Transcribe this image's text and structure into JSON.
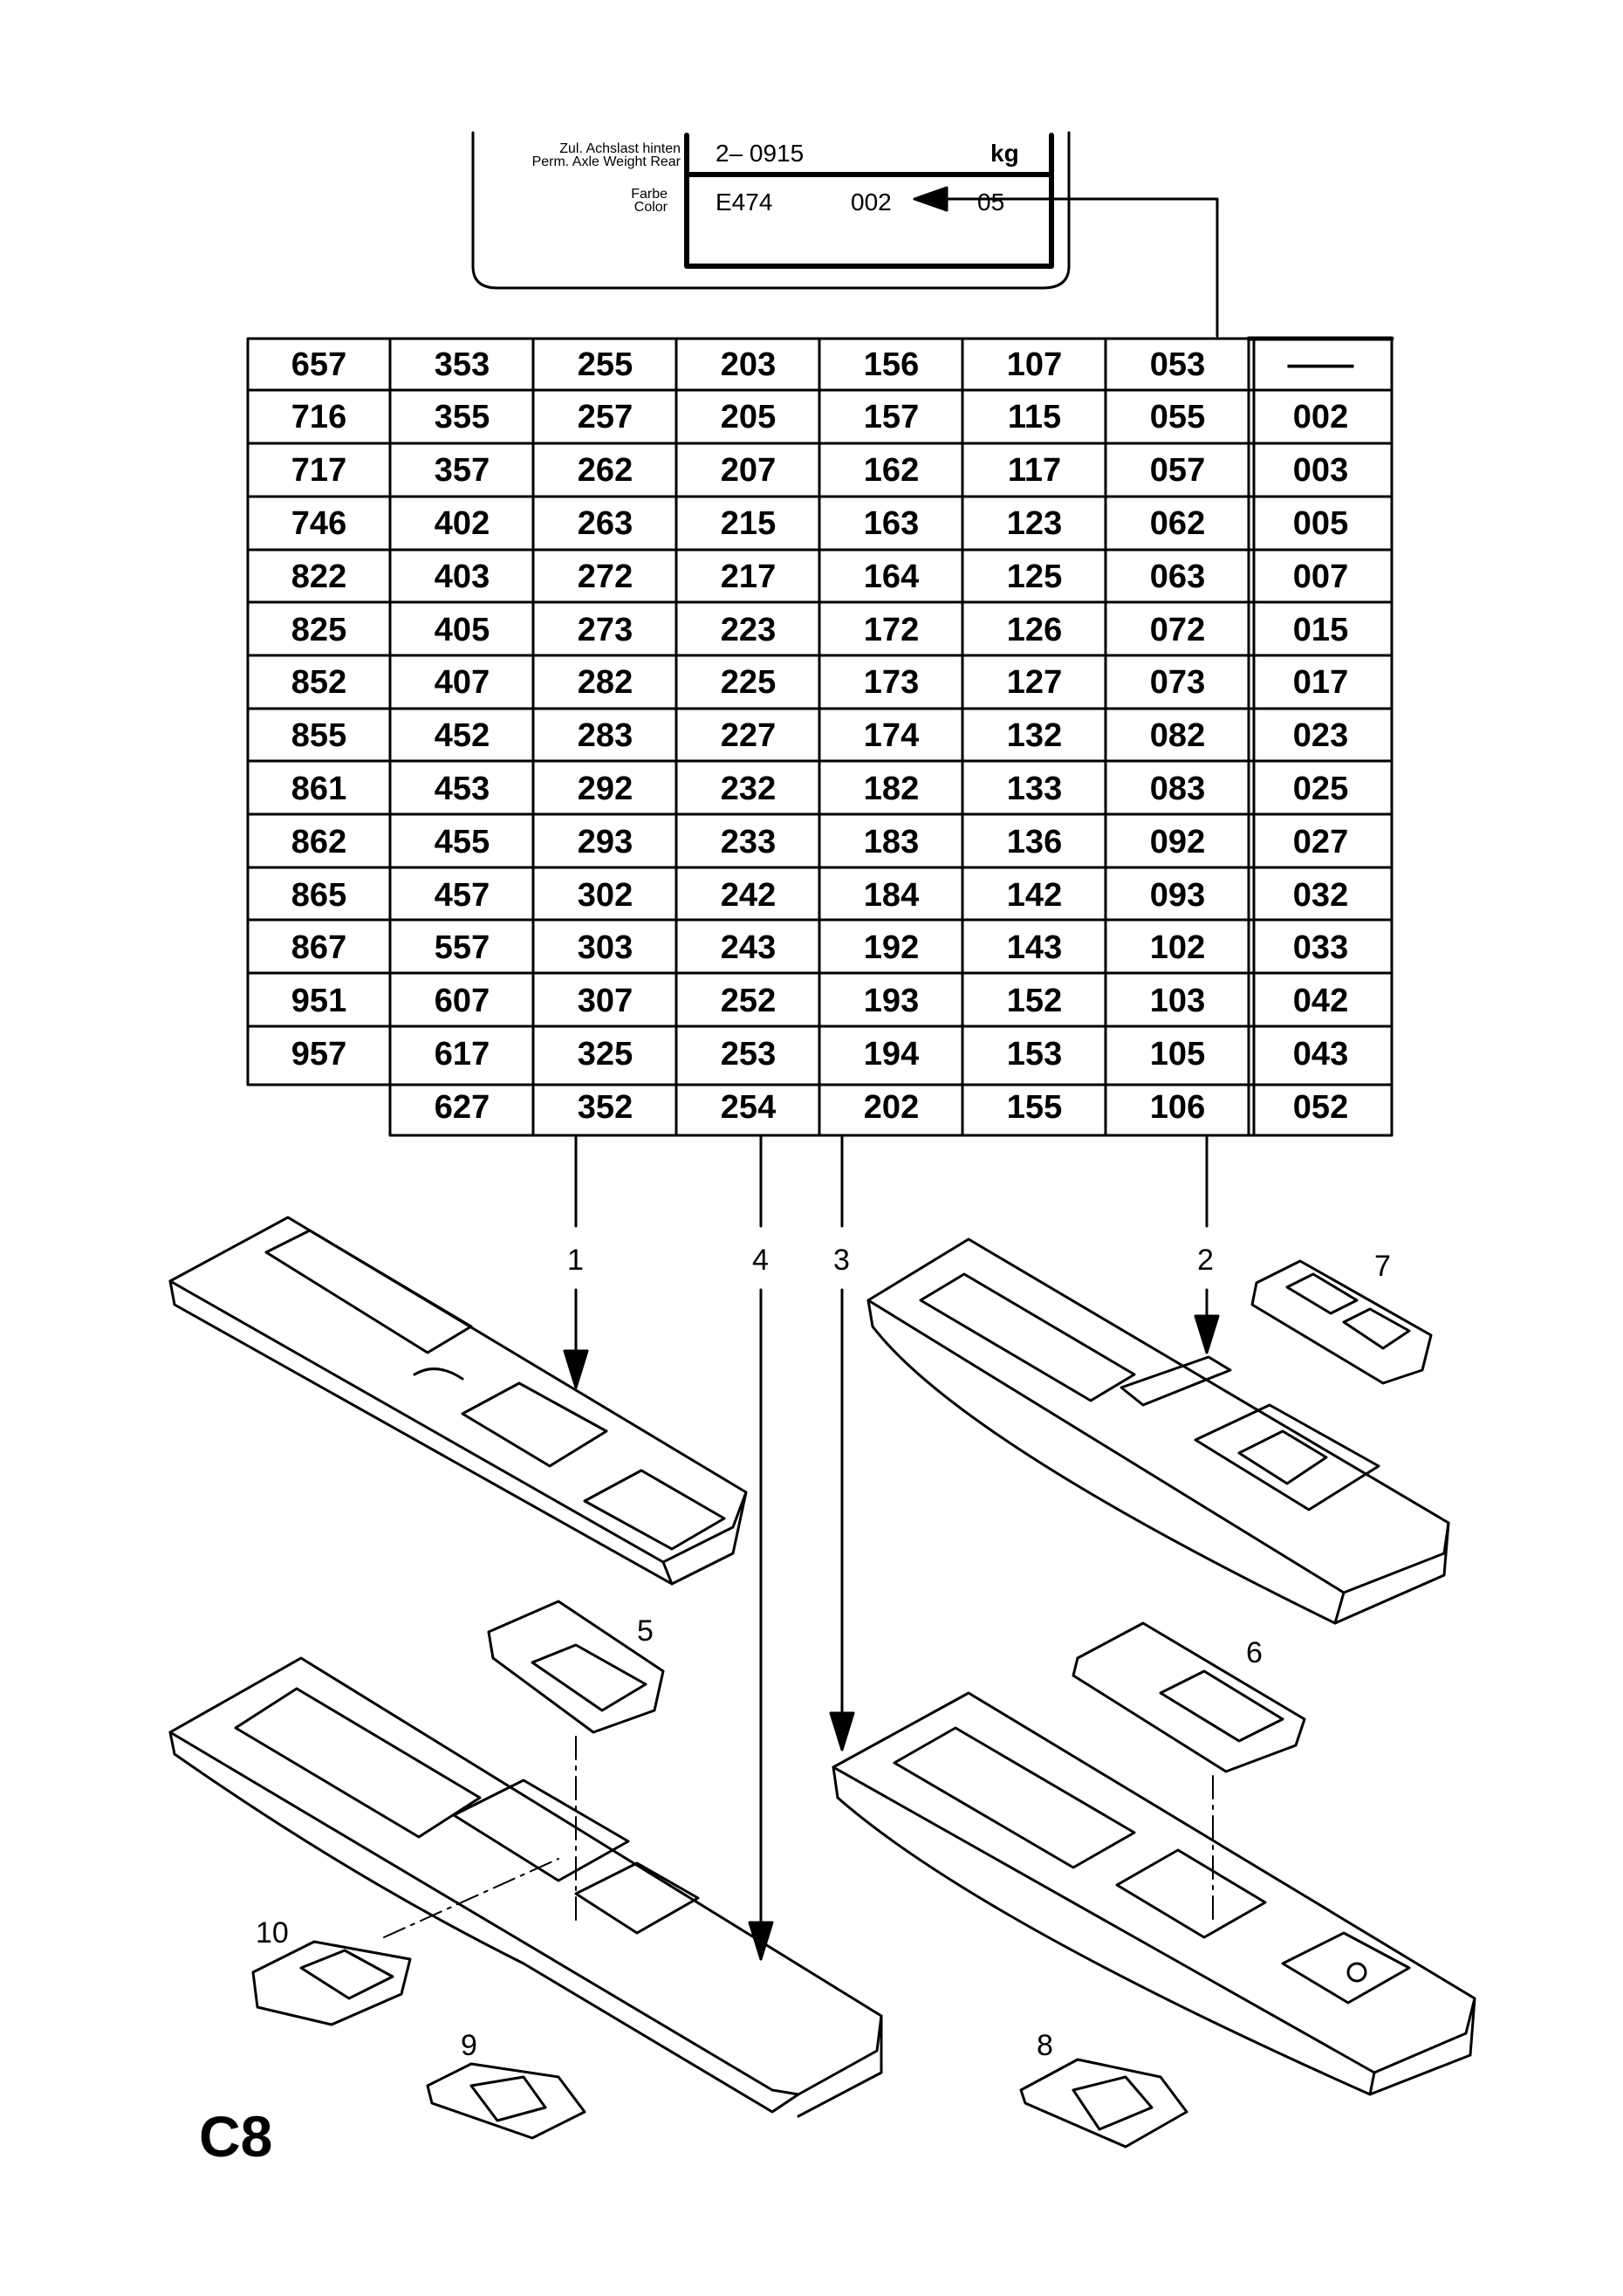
{
  "plate": {
    "axle_label_de": "Zul. Achslast hinten",
    "axle_label_en": "Perm. Axle Weight Rear",
    "axle_value": "2– 0915",
    "axle_unit": "kg",
    "color_label_de": "Farbe",
    "color_label_en": "Color",
    "color_code": "E474",
    "color_variant": "002",
    "color_suffix": "05"
  },
  "code_table": {
    "columns": [
      [
        "657",
        "716",
        "717",
        "746",
        "822",
        "825",
        "852",
        "855",
        "861",
        "862",
        "865",
        "867",
        "951",
        "957",
        ""
      ],
      [
        "353",
        "355",
        "357",
        "402",
        "403",
        "405",
        "407",
        "452",
        "453",
        "455",
        "457",
        "557",
        "607",
        "617",
        "627"
      ],
      [
        "255",
        "257",
        "262",
        "263",
        "272",
        "273",
        "282",
        "283",
        "292",
        "293",
        "302",
        "303",
        "307",
        "325",
        "352"
      ],
      [
        "203",
        "205",
        "207",
        "215",
        "217",
        "223",
        "225",
        "227",
        "232",
        "233",
        "242",
        "243",
        "252",
        "253",
        "254"
      ],
      [
        "156",
        "157",
        "162",
        "163",
        "164",
        "172",
        "173",
        "174",
        "182",
        "183",
        "184",
        "192",
        "193",
        "194",
        "202"
      ],
      [
        "107",
        "115",
        "117",
        "123",
        "125",
        "126",
        "127",
        "132",
        "133",
        "136",
        "142",
        "143",
        "152",
        "153",
        "155"
      ],
      [
        "053",
        "055",
        "057",
        "062",
        "063",
        "072",
        "073",
        "082",
        "083",
        "092",
        "093",
        "102",
        "103",
        "105",
        "106"
      ],
      [
        "——",
        "002",
        "003",
        "005",
        "007",
        "015",
        "017",
        "023",
        "025",
        "027",
        "032",
        "033",
        "042",
        "043",
        "052"
      ]
    ]
  },
  "callouts": [
    "1",
    "2",
    "3",
    "4",
    "5",
    "6",
    "7",
    "8",
    "9",
    "10"
  ],
  "page_code": "C8"
}
